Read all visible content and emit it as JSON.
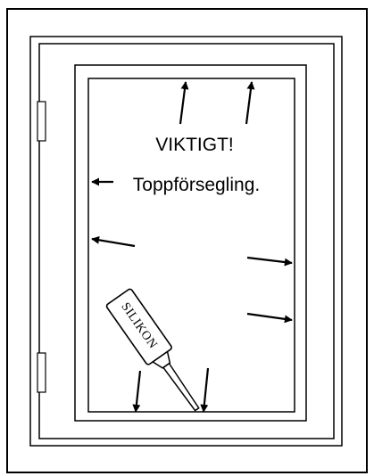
{
  "diagram": {
    "heading": "VIKTIGT!",
    "note": "Toppförsegling.",
    "tube_label": "SILIKON",
    "colors": {
      "stroke": "#000000",
      "background": "#ffffff"
    },
    "icons": [
      "arrow-icon",
      "hinge-icon",
      "silicone-tube-icon"
    ]
  }
}
